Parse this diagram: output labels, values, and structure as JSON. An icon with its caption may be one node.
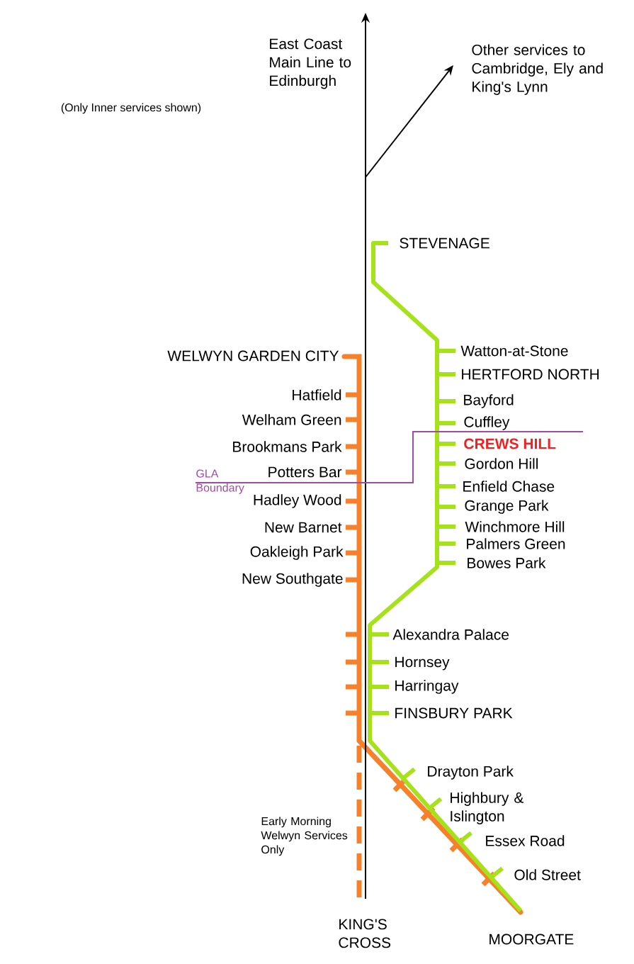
{
  "diagram": {
    "labels": [
      "(Only Inner services shown)",
      "East Coast Main Line to Edinburgh",
      "Other services to Cambridge, Ely and King's Lynn",
      "STEVENAGE",
      "WELWYN GARDEN CITY",
      "Watton-at-Stone",
      "HERTFORD NORTH",
      "Hatfield",
      "Bayford",
      "Welham Green",
      "Cuffley",
      "Brookmans Park",
      "CREWS HILL",
      "Gordon Hill",
      "GLA Boundary",
      "Potters Bar",
      "Enfield Chase",
      "Hadley Wood",
      "Grange Park",
      "New Barnet",
      "Winchmore Hill",
      "Palmers Green",
      "Oakleigh Park",
      "Bowes Park",
      "New Southgate",
      "Alexandra Palace",
      "Hornsey",
      "Harringay",
      "FINSBURY PARK",
      "Drayton Park",
      "Highbury & Islington",
      "Early Morning Welwyn Services Only",
      "Essex Road",
      "Old Street",
      "KING'S CROSS",
      "MOORGATE"
    ]
  }
}
